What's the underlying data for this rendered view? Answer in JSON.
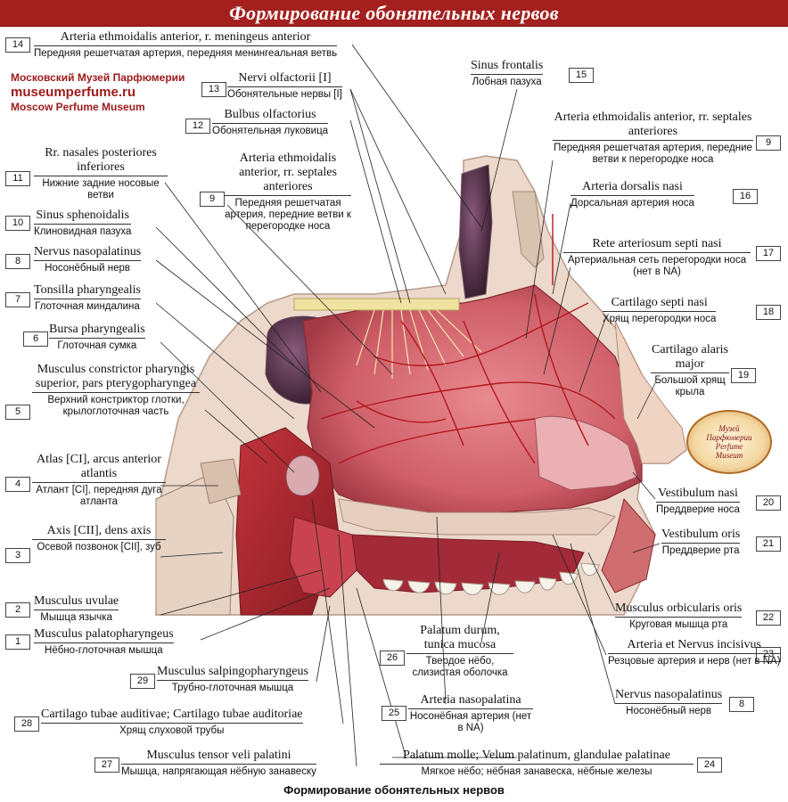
{
  "header": {
    "title": "Формирование обонятельных нервов"
  },
  "museum": {
    "name_ru": "Московский Музей Парфюмерии",
    "url": "museumperfume.ru",
    "name_en": "Moscow Perfume Museum"
  },
  "stamp": {
    "line1": "Музей",
    "line2": "Парфюмерии",
    "line3": "Perfume",
    "line4": "Museum"
  },
  "colors": {
    "banner": "#a3201e",
    "tissue": "#d9727a",
    "tissue_dark": "#a8343f",
    "bone": "#ecd9cc",
    "cavity": "#4b2a3e",
    "nerve": "#f0e2a0",
    "artery": "#b3161d"
  },
  "labels": [
    {
      "num": "14",
      "latin": "Arteria ethmoidalis anterior, r. meningeus anterior",
      "ru": "Передняя решетчатая артерия, передняя менингеальная ветвь"
    },
    {
      "num": "13",
      "latin": "Nervi olfactorii [I]",
      "ru": "Обонятельные нервы [I]"
    },
    {
      "num": "12",
      "latin": "Bulbus olfactorius",
      "ru": "Обонятельная луковица"
    },
    {
      "num": "11",
      "latin": "Rr. nasales posteriores inferiores",
      "ru": "Нижние задние носовые ветви"
    },
    {
      "num": "9",
      "latin": "Arteria ethmoidalis anterior, rr. septales anteriores",
      "ru": "Передняя решетчатая артерия, передние ветви к перегородке носа"
    },
    {
      "num": "10",
      "latin": "Sinus sphenoidalis",
      "ru": "Клиновидная пазуха"
    },
    {
      "num": "8",
      "latin": "Nervus nasopalatinus",
      "ru": "Носонёбный нерв"
    },
    {
      "num": "7",
      "latin": "Tonsilla pharyngealis",
      "ru": "Глоточная миндалина"
    },
    {
      "num": "6",
      "latin": "Bursa pharyngealis",
      "ru": "Глоточная сумка"
    },
    {
      "num": "5",
      "latin": "Musculus constrictor pharyngis superior, pars pterygopharyngea",
      "ru": "Верхний констриктор глотки, крылоглоточная часть"
    },
    {
      "num": "4",
      "latin": "Atlas [CI], arcus anterior atlantis",
      "ru": "Атлант [CI], передняя дуга атланта"
    },
    {
      "num": "3",
      "latin": "Axis [CII], dens axis",
      "ru": "Осевой позвонок [CII], зуб"
    },
    {
      "num": "2",
      "latin": "Musculus uvulae",
      "ru": "Мышца язычка"
    },
    {
      "num": "1",
      "latin": "Musculus palatopharyngeus",
      "ru": "Нёбно-глоточная мышца"
    },
    {
      "num": "29",
      "latin": "Musculus salpingopharyngeus",
      "ru": "Трубно-глоточная мышца"
    },
    {
      "num": "28",
      "latin": "Cartilago tubae auditivae; Cartilago tubae auditoriae",
      "ru": "Хрящ слуховой трубы"
    },
    {
      "num": "27",
      "latin": "Musculus tensor veli palatini",
      "ru": "Мышца, напрягающая нёбную занавеску"
    },
    {
      "num": "26",
      "latin": "Palatum durum, tunica mucosa",
      "ru": "Твердое нёбо, слизистая оболочка"
    },
    {
      "num": "25",
      "latin": "Arteria nasopalatina",
      "ru": "Носонёбная артерия (нет в NA)"
    },
    {
      "num": "24",
      "latin": "Palatum molle; Velum palatinum, glandulae palatinae",
      "ru": "Мягкое нёбо; нёбная занавеска, нёбные железы"
    },
    {
      "num": "15",
      "latin": "Sinus frontalis",
      "ru": "Лобная пазуха"
    },
    {
      "num": "9",
      "latin": "Arteria ethmoidalis anterior, rr. septales anteriores",
      "ru": "Передняя решетчатая артерия, передние ветви к перегородке носа"
    },
    {
      "num": "16",
      "latin": "Arteria dorsalis nasi",
      "ru": "Дорсальная артерия носа"
    },
    {
      "num": "17",
      "latin": "Rete arteriosum septi nasi",
      "ru": "Артериальная сеть перегородки носа (нет в NA)"
    },
    {
      "num": "18",
      "latin": "Cartilago septi nasi",
      "ru": "Хрящ перегородки носа"
    },
    {
      "num": "19",
      "latin": "Cartilago alaris major",
      "ru": "Большой хрящ крыла"
    },
    {
      "num": "20",
      "latin": "Vestibulum nasi",
      "ru": "Преддверие носа"
    },
    {
      "num": "21",
      "latin": "Vestibulum oris",
      "ru": "Преддверие рта"
    },
    {
      "num": "22",
      "latin": "Musculus orbicularis oris",
      "ru": "Круговая мышца рта"
    },
    {
      "num": "23",
      "latin": "Arteria et Nervus incisivus",
      "ru": "Резцовые артерия и нерв (нет в NA)"
    },
    {
      "num": "8",
      "latin": "Nervus nasopalatinus",
      "ru": "Носонёбный нерв"
    }
  ],
  "footer": {
    "caption": "Формирование обонятельных нервов"
  }
}
